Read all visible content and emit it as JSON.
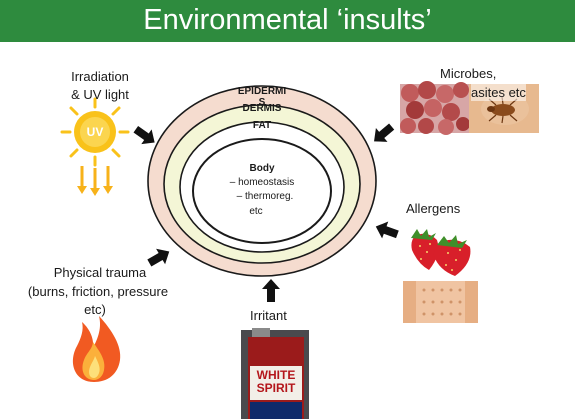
{
  "title": "Environmental ‘insults’",
  "layers": {
    "epidermis": "EPIDERMI",
    "epidermis_s": "S",
    "dermis": "DERMIS",
    "fat": "FAT"
  },
  "body": {
    "heading": "Body",
    "line1": "– homeostasis",
    "line2": "– thermoreg.",
    "line3": "etc"
  },
  "insults": {
    "irradiation_line1": "Irradiation",
    "irradiation_line2": "& UV light",
    "uv_badge": "UV",
    "microbes_line1": "Microbes,",
    "microbes_line2": "asites etc",
    "allergens": "Allergens",
    "trauma_line1": "Physical trauma",
    "trauma_line2": "(burns, friction, pressure",
    "trauma_line3": "etc)",
    "irritant": "Irritant",
    "can_label_line1": "WHITE",
    "can_label_line2": "SPIRIT"
  },
  "colors": {
    "header": "#2e8b3e",
    "ring_outer": "#f5dccf",
    "ring_mid": "#f4f6d6",
    "sun": "#f9c21a",
    "flame_outer": "#f15a22",
    "flame_inner": "#fbb03b",
    "strawberry": "#d81f2a"
  }
}
